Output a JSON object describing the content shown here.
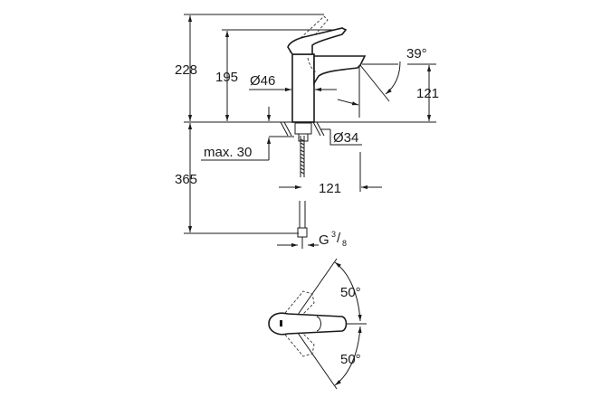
{
  "title": "Basin mixer technical drawing",
  "side_view": {
    "total_height": "228",
    "spout_height": "195",
    "body_diameter": "Ø46",
    "spout_angle": "39°",
    "spout_clearance": "121",
    "hole_diameter": "Ø34",
    "max_deck_thickness": "max. 30",
    "hose_length": "365",
    "spout_reach": "121",
    "connection_prefix": "G",
    "connection_num": "3",
    "connection_den": "8"
  },
  "top_view": {
    "angle_left": "50°",
    "angle_right": "50°"
  },
  "colors": {
    "line": "#1a1a1a",
    "background": "#ffffff"
  }
}
